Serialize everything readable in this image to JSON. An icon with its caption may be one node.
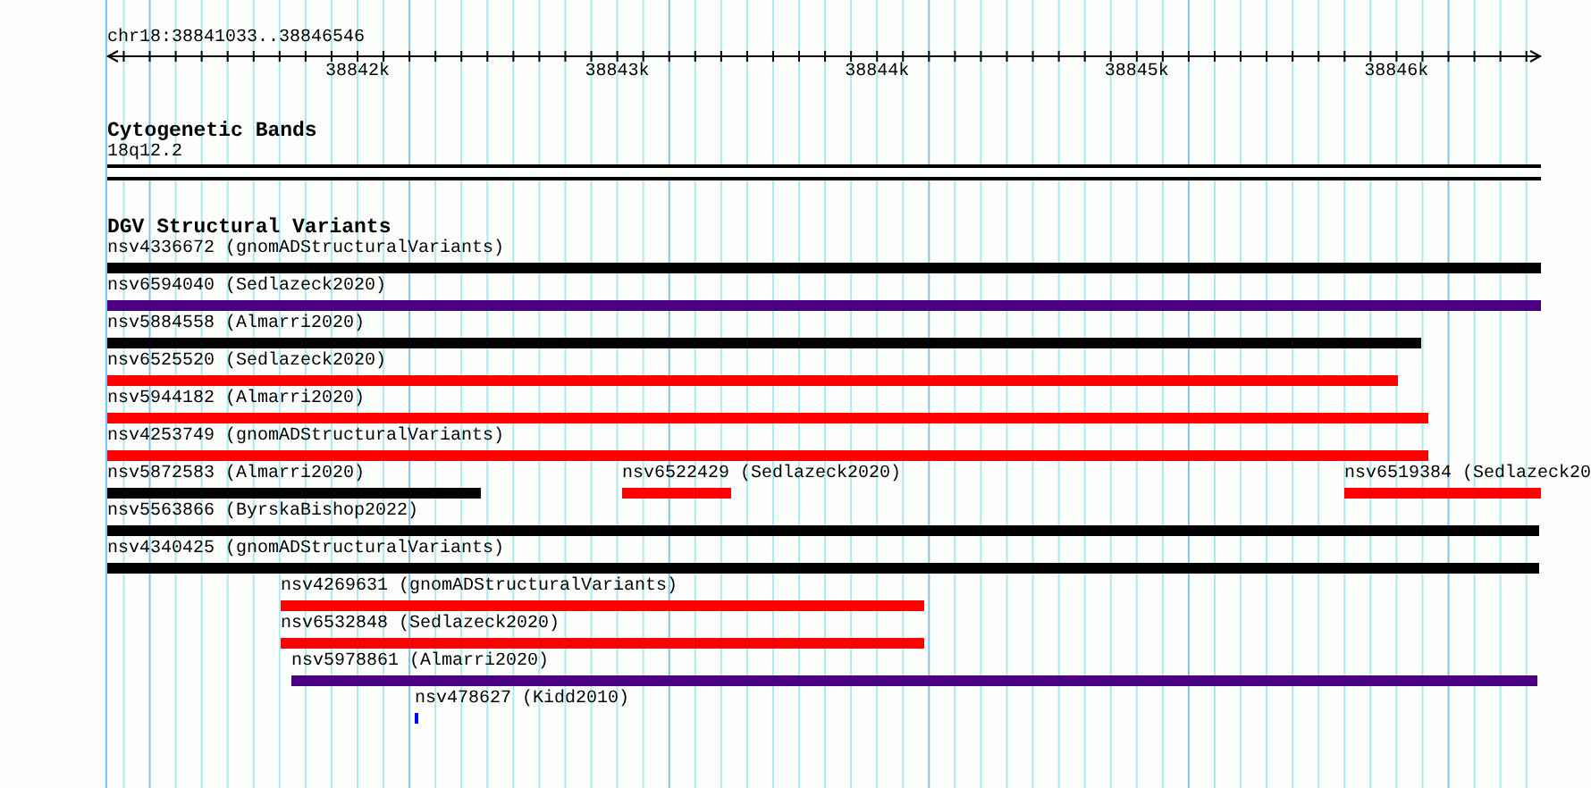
{
  "diagram": {
    "nodes": [
      {
        "text": [
          "18q12.2"
        ]
      },
      {
        "text": [
          "nsv4336672 (gnomADStructuralVariants)"
        ]
      },
      {
        "text": [
          "nsv6594040 (Sedlazeck2020)"
        ]
      },
      {
        "text": [
          "nsv5884558 (Almarri2020)"
        ]
      },
      {
        "text": [
          "nsv6525520 (Sedlazeck2020)"
        ]
      },
      {
        "text": [
          "nsv5944182 (Almarri2020)"
        ]
      },
      {
        "text": [
          "nsv4253749 (gnomADStructuralVariants)"
        ]
      },
      {
        "text": [
          "nsv5872583 (Almarri2020)"
        ]
      },
      {
        "text": [
          "nsv6522429 (Sedlazeck2020)"
        ]
      },
      {
        "text": [
          "nsv6519384 (Sedlazeck20"
        ]
      },
      {
        "text": [
          "nsv5563866 (ByrskaBishop2022)"
        ]
      },
      {
        "text": [
          "nsv4340425 (gnomADStructuralVariants)"
        ]
      },
      {
        "text": [
          "nsv4269631 (gnomADStructuralVariants)"
        ]
      },
      {
        "text": [
          "nsv6532848 (Sedlazeck2020)"
        ]
      },
      {
        "text": [
          "nsv5978861 (Almarri2020)"
        ]
      },
      {
        "text": [
          "nsv478627 (Kidd2010)"
        ]
      }
    ],
    "labels": [
      "chr18:38841033..38846546",
      "38842k",
      "38843k",
      "38844k",
      "38845k",
      "38846k",
      "Cytogenetic Bands",
      "DGV Structural Variants"
    ]
  }
}
